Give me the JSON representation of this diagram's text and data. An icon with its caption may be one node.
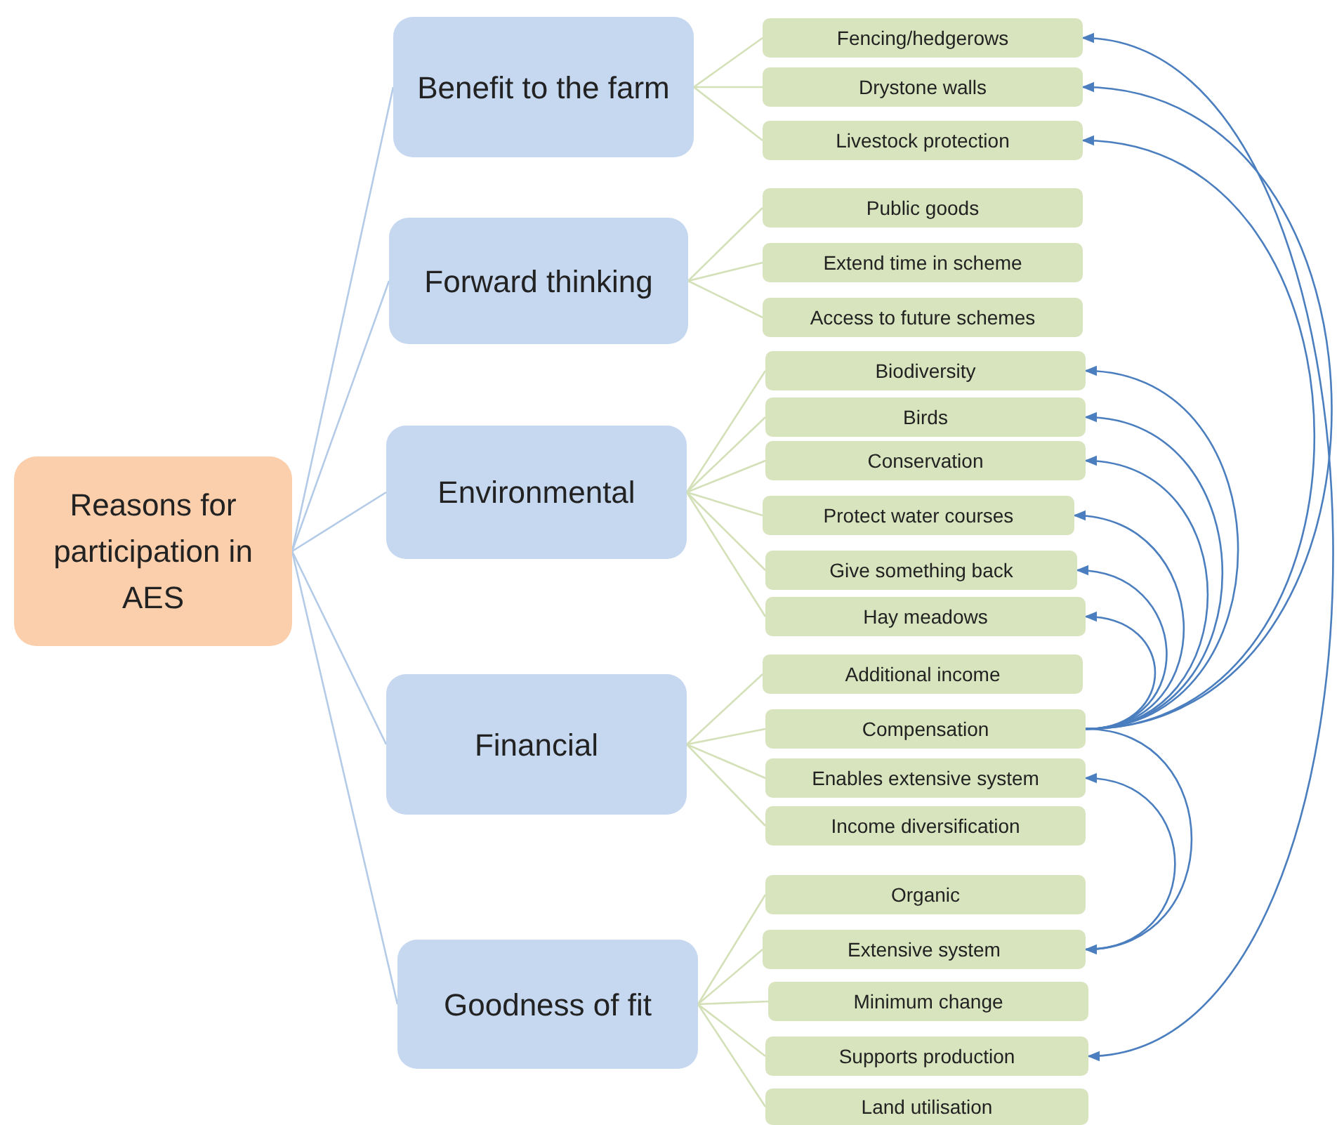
{
  "diagram": {
    "nodes": [
      {
        "text": [
          "Reasons for participation in AES"
        ]
      },
      {
        "text": [
          "Benefit to the farm"
        ]
      },
      {
        "text": [
          "Fencing/hedgerows"
        ]
      },
      {
        "text": [
          "Drystone walls"
        ]
      },
      {
        "text": [
          "Livestock protection"
        ]
      },
      {
        "text": [
          "Forward thinking"
        ]
      },
      {
        "text": [
          "Public goods"
        ]
      },
      {
        "text": [
          "Extend time in scheme"
        ]
      },
      {
        "text": [
          "Access to future schemes"
        ]
      },
      {
        "text": [
          "Environmental"
        ]
      },
      {
        "text": [
          "Biodiversity"
        ]
      },
      {
        "text": [
          "Birds"
        ]
      },
      {
        "text": [
          "Conservation"
        ]
      },
      {
        "text": [
          "Protect water courses"
        ]
      },
      {
        "text": [
          "Give something back"
        ]
      },
      {
        "text": [
          "Hay meadows"
        ]
      },
      {
        "text": [
          "Financial"
        ]
      },
      {
        "text": [
          "Additional income"
        ]
      },
      {
        "text": [
          "Compensation"
        ]
      },
      {
        "text": [
          "Enables extensive system"
        ]
      },
      {
        "text": [
          "Income diversification"
        ]
      },
      {
        "text": [
          "Goodness of fit"
        ]
      },
      {
        "text": [
          "Organic"
        ]
      },
      {
        "text": [
          "Extensive system"
        ]
      },
      {
        "text": [
          "Minimum change"
        ]
      },
      {
        "text": [
          "Supports production"
        ]
      },
      {
        "text": [
          "Land utilisation"
        ]
      }
    ],
    "edges": [
      {
        "from": 0,
        "to": 1,
        "arrow": "none",
        "color": "#b4cbe8"
      },
      {
        "from": 0,
        "to": 5,
        "arrow": "none",
        "color": "#b4cbe8"
      },
      {
        "from": 0,
        "to": 9,
        "arrow": "none",
        "color": "#b4cbe8"
      },
      {
        "from": 0,
        "to": 16,
        "arrow": "none",
        "color": "#b4cbe8"
      },
      {
        "from": 0,
        "to": 21,
        "arrow": "none",
        "color": "#b4cbe8"
      },
      {
        "from": 1,
        "to": 2,
        "arrow": "none"
      },
      {
        "from": 1,
        "to": 3,
        "arrow": "none"
      },
      {
        "from": 1,
        "to": 4,
        "arrow": "none"
      },
      {
        "from": 5,
        "to": 6,
        "arrow": "none"
      },
      {
        "from": 5,
        "to": 7,
        "arrow": "none"
      },
      {
        "from": 5,
        "to": 8,
        "arrow": "none"
      },
      {
        "from": 9,
        "to": 10,
        "arrow": "none"
      },
      {
        "from": 9,
        "to": 11,
        "arrow": "none"
      },
      {
        "from": 9,
        "to": 12,
        "arrow": "none"
      },
      {
        "from": 9,
        "to": 13,
        "arrow": "none"
      },
      {
        "from": 9,
        "to": 14,
        "arrow": "none"
      },
      {
        "from": 9,
        "to": 15,
        "arrow": "none"
      },
      {
        "from": 16,
        "to": 17,
        "arrow": "none"
      },
      {
        "from": 16,
        "to": 18,
        "arrow": "none"
      },
      {
        "from": 16,
        "to": 19,
        "arrow": "none"
      },
      {
        "from": 16,
        "to": 20,
        "arrow": "none"
      },
      {
        "from": 21,
        "to": 22,
        "arrow": "none"
      },
      {
        "from": 21,
        "to": 23,
        "arrow": "none"
      },
      {
        "from": 21,
        "to": 24,
        "arrow": "none"
      },
      {
        "from": 21,
        "to": 25,
        "arrow": "none"
      },
      {
        "from": 21,
        "to": 26,
        "arrow": "none"
      },
      {
        "from": 18,
        "to": 3,
        "arrow": "to",
        "color": "#4a7ebf"
      },
      {
        "from": 18,
        "to": 4,
        "arrow": "to",
        "color": "#4a7ebf"
      },
      {
        "from": 18,
        "to": 10,
        "arrow": "to",
        "color": "#4a7ebf"
      },
      {
        "from": 18,
        "to": 11,
        "arrow": "to",
        "color": "#4a7ebf"
      },
      {
        "from": 18,
        "to": 12,
        "arrow": "to",
        "color": "#4a7ebf"
      },
      {
        "from": 18,
        "to": 13,
        "arrow": "to",
        "color": "#4a7ebf"
      },
      {
        "from": 18,
        "to": 14,
        "arrow": "to",
        "color": "#4a7ebf"
      },
      {
        "from": 18,
        "to": 15,
        "arrow": "to",
        "color": "#4a7ebf"
      },
      {
        "from": 18,
        "to": 23,
        "arrow": "to",
        "color": "#4a7ebf"
      },
      {
        "from": 23,
        "to": 19,
        "arrow": "to",
        "color": "#4a7ebf"
      },
      {
        "from": 25,
        "to": 2,
        "arrow": "both",
        "color": "#4a7ebf"
      }
    ]
  }
}
